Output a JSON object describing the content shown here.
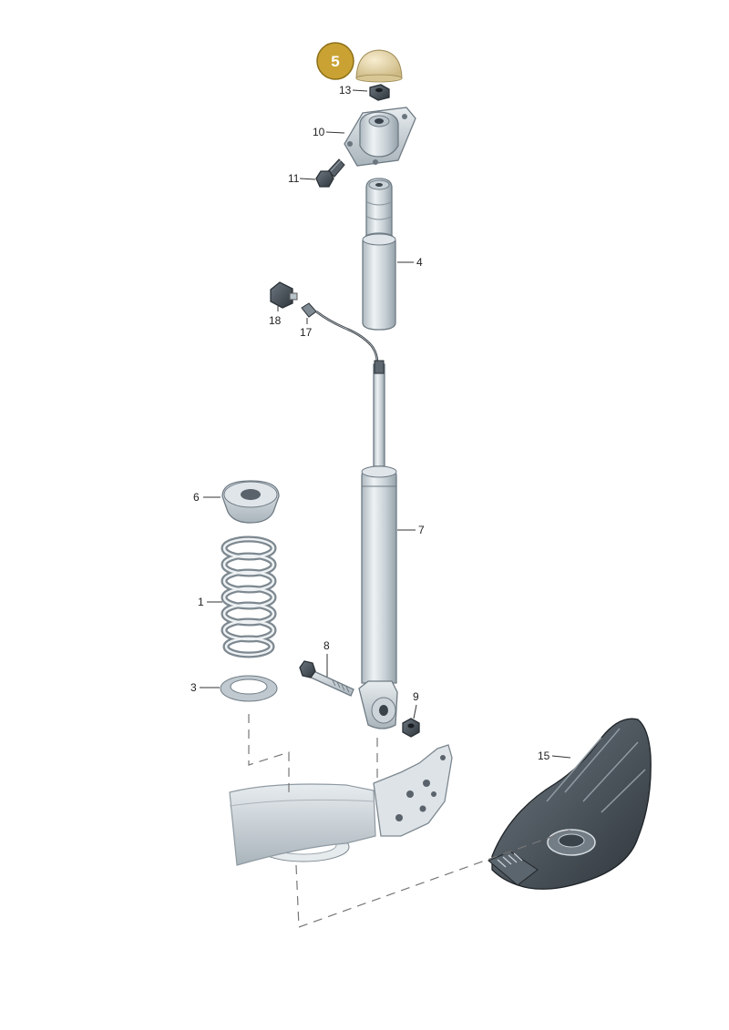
{
  "diagram": {
    "highlighted_part": "5",
    "colors": {
      "highlight_badge": "#c9a233",
      "highlight_part": "#e8d8a8",
      "metal": "#c9d2d8",
      "dark_part": "#4a535b"
    },
    "labels": {
      "p1": "1",
      "p3": "3",
      "p4": "4",
      "p5": "5",
      "p6": "6",
      "p7": "7",
      "p8": "8",
      "p9": "9",
      "p10": "10",
      "p11": "11",
      "p13": "13",
      "p15": "15",
      "p17": "17",
      "p18": "18"
    }
  }
}
